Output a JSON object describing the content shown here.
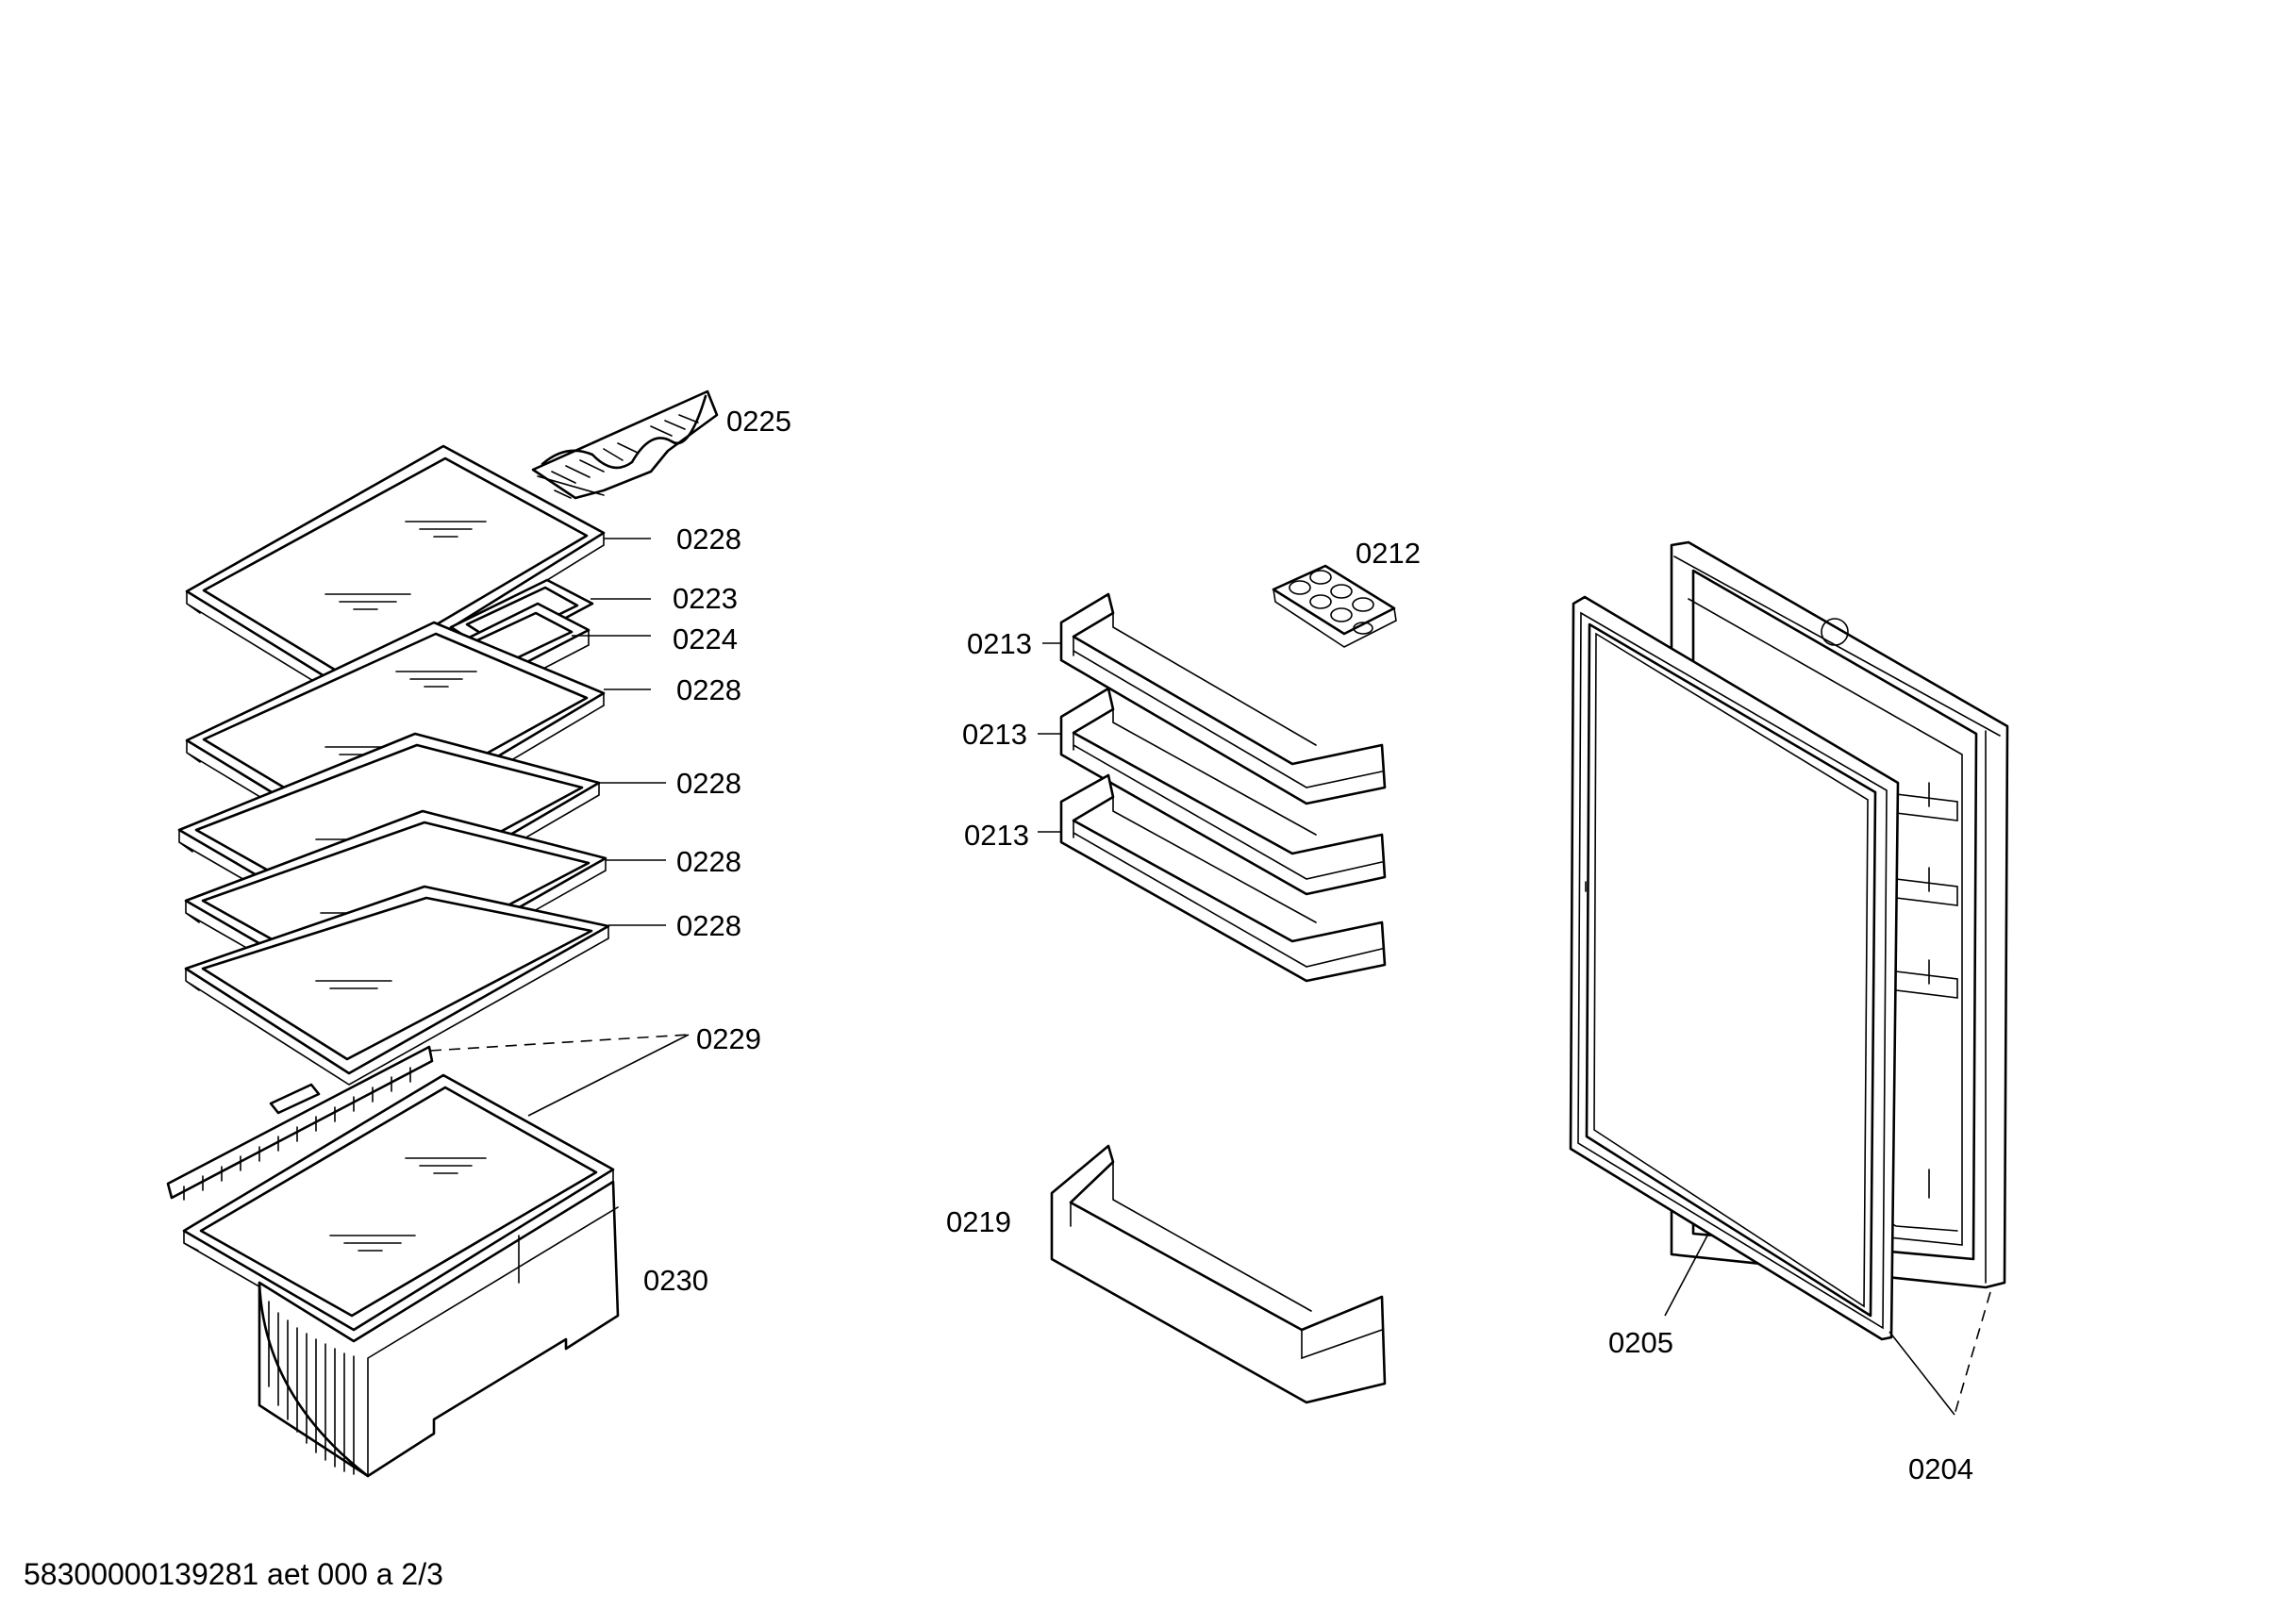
{
  "labels": {
    "p0225": "0225",
    "p0228a": "0228",
    "p0223": "0223",
    "p0224": "0224",
    "p0228b": "0228",
    "p0228c": "0228",
    "p0228d": "0228",
    "p0228e": "0228",
    "p0229": "0229",
    "p0230": "0230",
    "p0212": "0212",
    "p0213a": "0213",
    "p0213b": "0213",
    "p0213c": "0213",
    "p0219": "0219",
    "p0205": "0205",
    "p0204": "0204"
  },
  "footer": {
    "code": "58300000139281 aet 000 a 2/3"
  }
}
